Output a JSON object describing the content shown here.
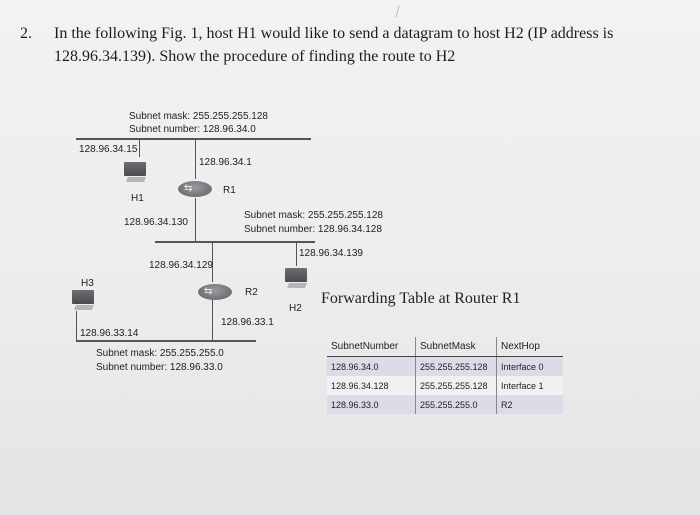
{
  "question": {
    "number": "2.",
    "line1": "In the following Fig. 1, host H1 would like to send a datagram to host H2 (IP address is",
    "line2": "128.96.34.139). Show the procedure of finding the route to H2"
  },
  "diagram": {
    "top_subnet_mask": "Subnet mask: 255.255.255.128",
    "top_subnet_number": "Subnet number: 128.96.34.0",
    "h1_ip": "128.96.34.15",
    "r1_top_ip": "128.96.34.1",
    "r1_label": "R1",
    "h1_label": "H1",
    "r1_mid_ip": "128.96.34.130",
    "mid_subnet_mask": "Subnet mask: 255.255.255.128",
    "mid_subnet_number": "Subnet number: 128.96.34.128",
    "h2_ip": "128.96.34.139",
    "r2_top_ip": "128.96.34.129",
    "h3_label": "H3",
    "r2_label": "R2",
    "h2_label": "H2",
    "r2_bottom_ip": "128.96.33.1",
    "h3_ip": "128.96.33.14",
    "bottom_subnet_mask": "Subnet mask: 255.255.255.0",
    "bottom_subnet_number": "Subnet number: 128.96.33.0"
  },
  "forwarding_table": {
    "title": "Forwarding Table at Router R1",
    "headers": [
      "SubnetNumber",
      "SubnetMask",
      "NextHop"
    ],
    "rows": [
      [
        "128.96.34.0",
        "255.255.255.128",
        "Interface 0"
      ],
      [
        "128.96.34.128",
        "255.255.255.128",
        "Interface 1"
      ],
      [
        "128.96.33.0",
        "255.255.255.0",
        "R2"
      ]
    ]
  }
}
